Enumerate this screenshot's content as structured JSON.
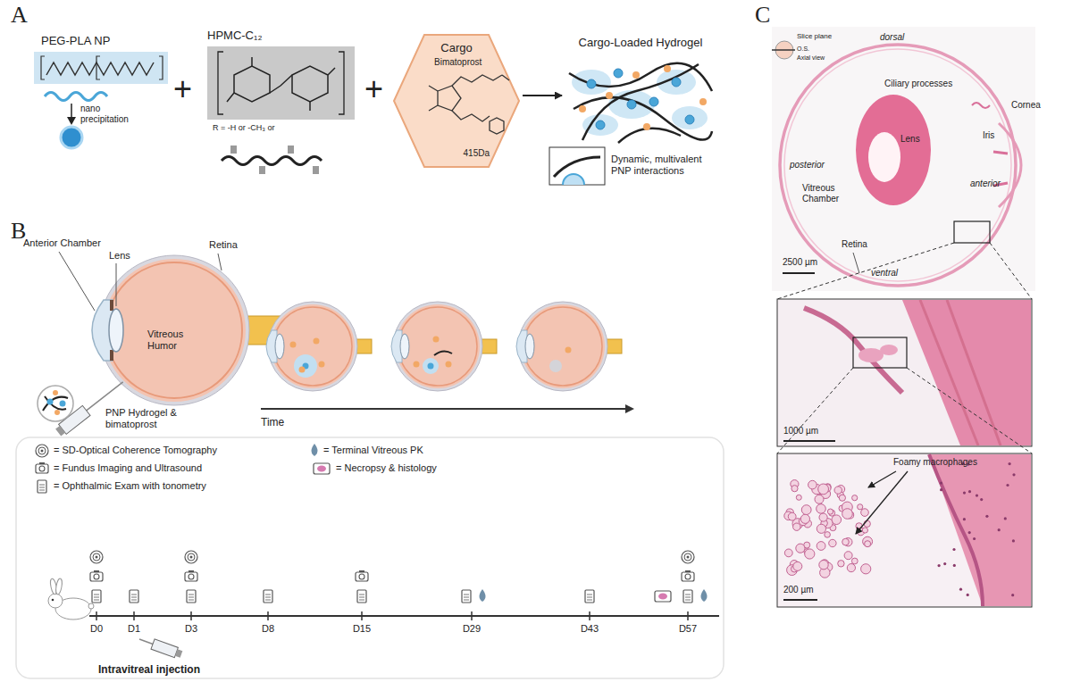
{
  "diagram": {
    "nodes": [
      {
        "text": [
          "PEG-PLA NP"
        ]
      },
      {
        "text": [
          "HPMC-C₁₂"
        ]
      },
      {
        "text": [
          "Cargo",
          "Bimatoprost",
          "415Da"
        ]
      },
      {
        "text": [
          "Cargo-Loaded Hydrogel"
        ]
      }
    ],
    "edges": [
      {
        "from": 2,
        "to": 3,
        "arrow": "to"
      }
    ],
    "labels": [
      "A",
      "nano precipitation",
      "+",
      "R = -H or -CH₃ or",
      "+",
      "Dynamic, multivalent PNP interactions",
      "B",
      "Anterior Chamber",
      "Lens",
      "Retina",
      "Vitreous Humor",
      "PNP Hydrogel & bimatoprost",
      "Time",
      "D0",
      "D1",
      "D3",
      "D8",
      "D15",
      "D29",
      "D43",
      "D57",
      "Intravitreal injection",
      "C",
      "Slice plane",
      "O.S.",
      "Axial view",
      "dorsal",
      "Ciliary processes",
      "Cornea",
      "Iris",
      "Lens",
      "posterior",
      "anterior",
      "Vitreous Chamber",
      "Retina",
      "ventral",
      "2500 µm",
      "1000 µm",
      "Foamy macrophages",
      "200 µm"
    ],
    "legend": [
      {
        "text": "= SD-Optical Coherence Tomography"
      },
      {
        "text": "= Fundus Imaging and Ultrasound"
      },
      {
        "text": "= Ophthalmic Exam with tonometry"
      },
      {
        "text": "= Terminal Vitreous PK"
      },
      {
        "text": "= Necropsy & histology"
      }
    ]
  }
}
